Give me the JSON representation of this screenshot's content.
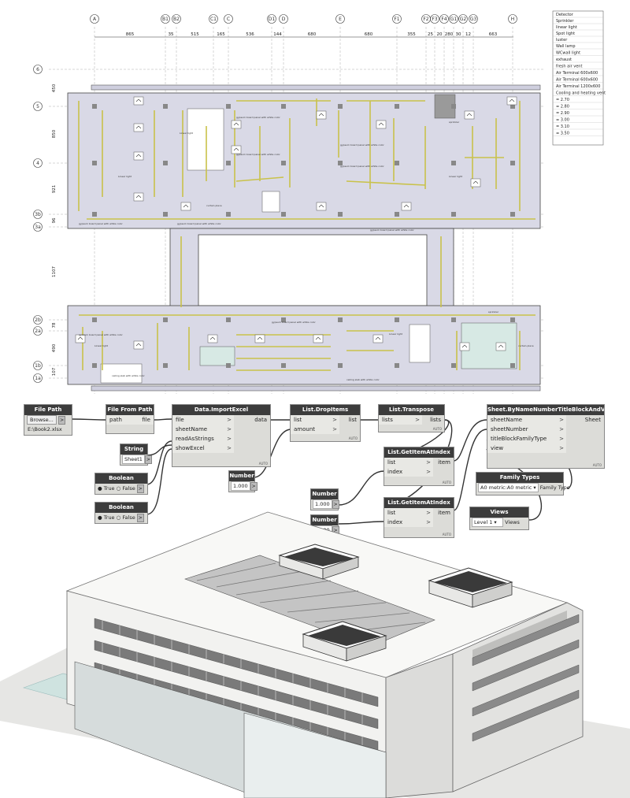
{
  "plan": {
    "grid_columns": [
      "A",
      "B1",
      "B2",
      "C1",
      "C",
      "D1",
      "D",
      "E",
      "F1",
      "F2",
      "F3",
      "F4",
      "G1",
      "G2",
      "G3",
      "H"
    ],
    "grid_rows": [
      "6",
      "5",
      "4",
      "3b",
      "3a",
      "2b",
      "2a",
      "1b",
      "1a"
    ],
    "dimensions_top": [
      "865",
      "35",
      "515",
      "165",
      "536",
      "144",
      "680",
      "680",
      "355",
      "25",
      "20",
      "280",
      "30",
      "12",
      "663"
    ],
    "dimensions_left": [
      "450",
      "850",
      "921",
      "96",
      "1107",
      "78",
      "490",
      "107"
    ],
    "annotations": {
      "gypsum": "gypsum board panel with white color",
      "linear": "Linear light",
      "sprinkler": "sprinkler",
      "curtain": "curtain place",
      "ceiling": "ceiling slab with white color"
    },
    "legend": [
      "Detector",
      "Sprinkler",
      "linear light",
      "Spot light",
      "luster",
      "Wall lamp",
      "WCwall light",
      "exhaust",
      "fresh air vent",
      "Air Terminal 600x600",
      "Air Terminal 600x600",
      "Air Terminal 1200x600",
      "Cooling and heating vent",
      "= 2.70",
      "= 2.80",
      "= 2.90",
      "= 3.00",
      "= 3.10",
      "= 3.50"
    ]
  },
  "graph": {
    "file_path": {
      "title": "File Path",
      "button": "Browse...",
      "value": "E:\\Book2.xlsx"
    },
    "file_from_path": {
      "title": "File From Path",
      "input": "path",
      "output": "file"
    },
    "import_excel": {
      "title": "Data.ImportExcel",
      "inputs": [
        "file",
        "sheetName",
        "readAsStrings",
        "showExcel"
      ],
      "output": "data",
      "auto": "AUTO"
    },
    "string_node": {
      "title": "String",
      "value": "Sheet1"
    },
    "boolean1": {
      "title": "Boolean",
      "true": "True",
      "false": "False"
    },
    "boolean2": {
      "title": "Boolean",
      "true": "True",
      "false": "False"
    },
    "number1": {
      "title": "Number",
      "value": "1.000"
    },
    "drop_items": {
      "title": "List.DropItems",
      "inputs": [
        "list",
        "amount"
      ],
      "output": "list",
      "auto": "AUTO"
    },
    "transpose": {
      "title": "List.Transpose",
      "input": "lists",
      "output": "lists",
      "auto": "AUTO"
    },
    "get_item1": {
      "title": "List.GetItemAtIndex",
      "inputs": [
        "list",
        "index"
      ],
      "output": "item",
      "auto": "AUTO"
    },
    "get_item2": {
      "title": "List.GetItemAtIndex",
      "inputs": [
        "list",
        "index"
      ],
      "output": "item",
      "auto": "AUTO"
    },
    "number2": {
      "title": "Number",
      "value": "1.000"
    },
    "number3": {
      "title": "Number",
      "value": "0.000"
    },
    "sheet_node": {
      "title": "Sheet.ByNameNumberTitleBlockAndView",
      "inputs": [
        "sheetName",
        "sheetNumber",
        "titleBlockFamilyType",
        "view"
      ],
      "output": "Sheet",
      "auto": "AUTO"
    },
    "family_types": {
      "title": "Family Types",
      "value": "A0 metric:A0 metric",
      "output": "Family Type"
    },
    "views": {
      "title": "Views",
      "value": "Level 1",
      "output": "Views"
    }
  },
  "colors": {
    "plan_fill": "#d9d9e6",
    "linear_light": "#c9c24a",
    "node_header": "#3c3c3c",
    "node_body": "#dcdcd8"
  }
}
